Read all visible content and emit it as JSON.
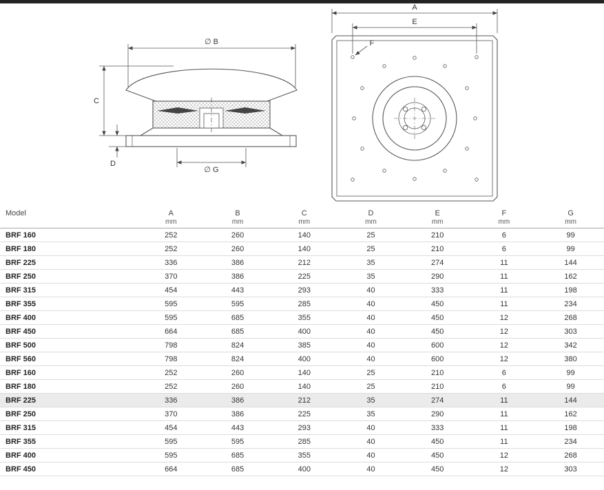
{
  "drawing": {
    "side_view": {
      "dim_b_label": "∅ B",
      "dim_c_label": "C",
      "dim_d_label": "D",
      "dim_g_label": "∅ G"
    },
    "top_view": {
      "dim_a_label": "A",
      "dim_e_label": "E",
      "dim_f_label": "F"
    }
  },
  "table": {
    "model_header": "Model",
    "unit": "mm",
    "columns": [
      "A",
      "B",
      "C",
      "D",
      "E",
      "F",
      "G"
    ],
    "highlighted_row": 12,
    "rows": [
      {
        "model": "BRF 160",
        "values": [
          252,
          260,
          140,
          25,
          210,
          6,
          99
        ]
      },
      {
        "model": "BRF 180",
        "values": [
          252,
          260,
          140,
          25,
          210,
          6,
          99
        ]
      },
      {
        "model": "BRF 225",
        "values": [
          336,
          386,
          212,
          35,
          274,
          11,
          144
        ]
      },
      {
        "model": "BRF 250",
        "values": [
          370,
          386,
          225,
          35,
          290,
          11,
          162
        ]
      },
      {
        "model": "BRF 315",
        "values": [
          454,
          443,
          293,
          40,
          333,
          11,
          198
        ]
      },
      {
        "model": "BRF 355",
        "values": [
          595,
          595,
          285,
          40,
          450,
          11,
          234
        ]
      },
      {
        "model": "BRF 400",
        "values": [
          595,
          685,
          355,
          40,
          450,
          12,
          268
        ]
      },
      {
        "model": "BRF 450",
        "values": [
          664,
          685,
          400,
          40,
          450,
          12,
          303
        ]
      },
      {
        "model": "BRF 500",
        "values": [
          798,
          824,
          385,
          40,
          600,
          12,
          342
        ]
      },
      {
        "model": "BRF 560",
        "values": [
          798,
          824,
          400,
          40,
          600,
          12,
          380
        ]
      },
      {
        "model": "BRF 160",
        "values": [
          252,
          260,
          140,
          25,
          210,
          6,
          99
        ]
      },
      {
        "model": "BRF 180",
        "values": [
          252,
          260,
          140,
          25,
          210,
          6,
          99
        ]
      },
      {
        "model": "BRF 225",
        "values": [
          336,
          386,
          212,
          35,
          274,
          11,
          144
        ]
      },
      {
        "model": "BRF 250",
        "values": [
          370,
          386,
          225,
          35,
          290,
          11,
          162
        ]
      },
      {
        "model": "BRF 315",
        "values": [
          454,
          443,
          293,
          40,
          333,
          11,
          198
        ]
      },
      {
        "model": "BRF 355",
        "values": [
          595,
          595,
          285,
          40,
          450,
          11,
          234
        ]
      },
      {
        "model": "BRF 400",
        "values": [
          595,
          685,
          355,
          40,
          450,
          12,
          268
        ]
      },
      {
        "model": "BRF 450",
        "values": [
          664,
          685,
          400,
          40,
          450,
          12,
          303
        ]
      }
    ]
  }
}
